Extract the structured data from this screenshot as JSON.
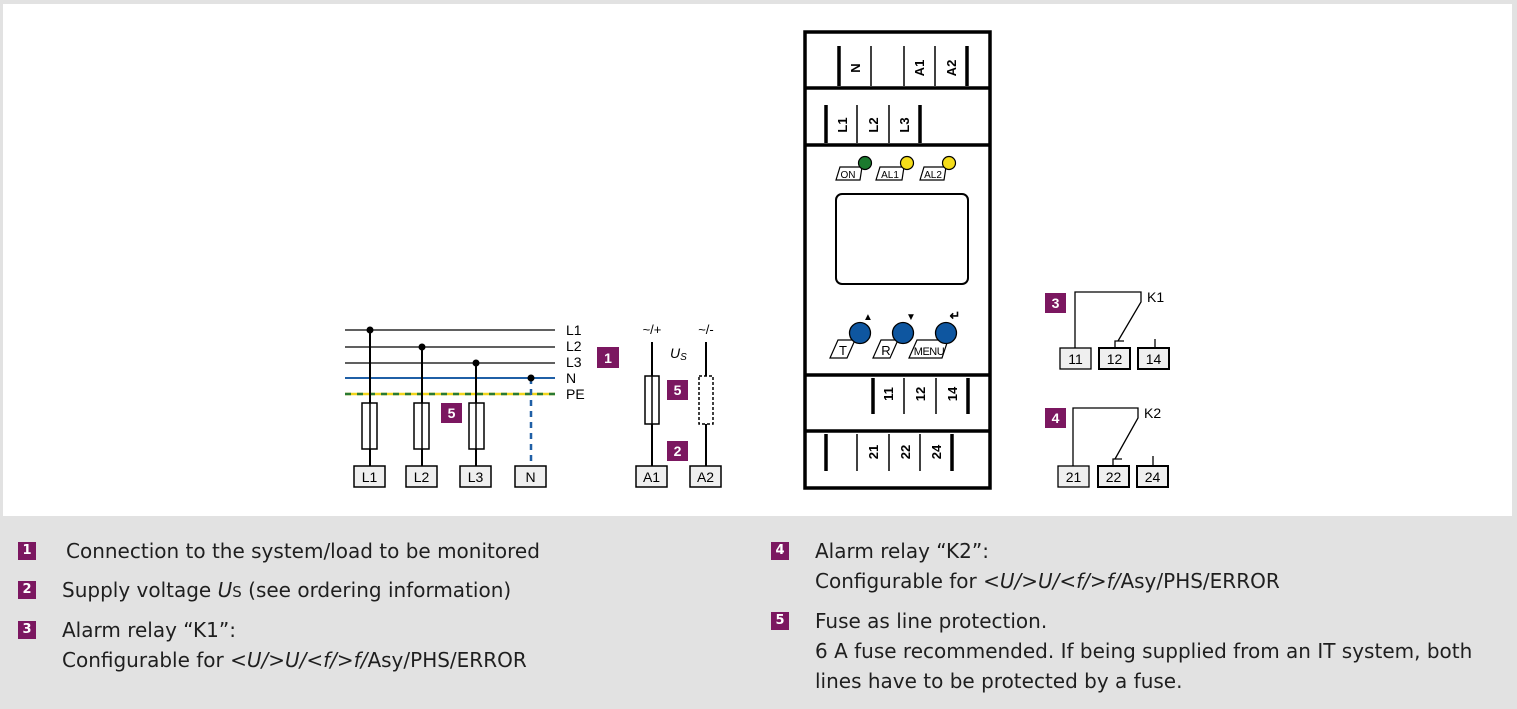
{
  "colors": {
    "badge": "#7b1760",
    "neutral_line": "#1f5fa6",
    "pe_yellow": "#f2d51c",
    "pe_green": "#2a7a32",
    "led_on": "#1b7a2e",
    "led_alarm": "#f5dd1a",
    "button": "#0e56a0",
    "terminal_fill": "#efefef"
  },
  "network": {
    "bus_labels": [
      "L1",
      "L2",
      "L3",
      "N",
      "PE"
    ],
    "terminals": [
      "L1",
      "L2",
      "L3",
      "N"
    ],
    "badge_connection": "1",
    "badge_fuse": "5"
  },
  "supply": {
    "plus_label": "~/+",
    "minus_label": "~/-",
    "us_label": "U",
    "us_sub": "S",
    "terminals": [
      "A1",
      "A2"
    ],
    "badge_fuse": "5",
    "badge_supply": "2"
  },
  "device": {
    "top_row_terminals": [
      "N",
      "A1",
      "A2"
    ],
    "second_row_terminals": [
      "L1",
      "L2",
      "L3"
    ],
    "leds": [
      {
        "label": "ON",
        "state": "green"
      },
      {
        "label": "AL1",
        "state": "yellow"
      },
      {
        "label": "AL2",
        "state": "yellow"
      }
    ],
    "buttons": [
      {
        "label": "T",
        "arrow": "▲"
      },
      {
        "label": "R",
        "arrow": "▼"
      },
      {
        "label": "MENU",
        "arrow": "↵"
      }
    ],
    "relay1_terminals": [
      "11",
      "12",
      "14"
    ],
    "relay2_terminals": [
      "21",
      "22",
      "24"
    ]
  },
  "relays": [
    {
      "badge": "3",
      "name": "K1",
      "terminals": [
        "11",
        "12",
        "14"
      ]
    },
    {
      "badge": "4",
      "name": "K2",
      "terminals": [
        "21",
        "22",
        "24"
      ]
    }
  ],
  "legend": [
    {
      "badge": "1",
      "lines": [
        "Connection to the system/load to be monitored"
      ]
    },
    {
      "badge": "2",
      "prefix": "Supply voltage ",
      "italic": "U",
      "sub": "S",
      "suffix": " (see ordering information)"
    },
    {
      "badge": "3",
      "lines": [
        "Alarm relay “K1”:"
      ],
      "config_prefix": "Configurable for ",
      "config_italic": "<U/>U/<f/>f/",
      "config_suffix": "Asy/PHS/ERROR"
    },
    {
      "badge": "4",
      "lines": [
        "Alarm relay “K2”:"
      ],
      "config_prefix": "Configurable for ",
      "config_italic": "<U/>U/<f/>f/",
      "config_suffix": "Asy/PHS/ERROR"
    },
    {
      "badge": "5",
      "lines": [
        "Fuse as line protection.",
        "6 A fuse recommended. If being supplied from an IT system, both",
        "lines have to be protected by a fuse."
      ]
    }
  ]
}
